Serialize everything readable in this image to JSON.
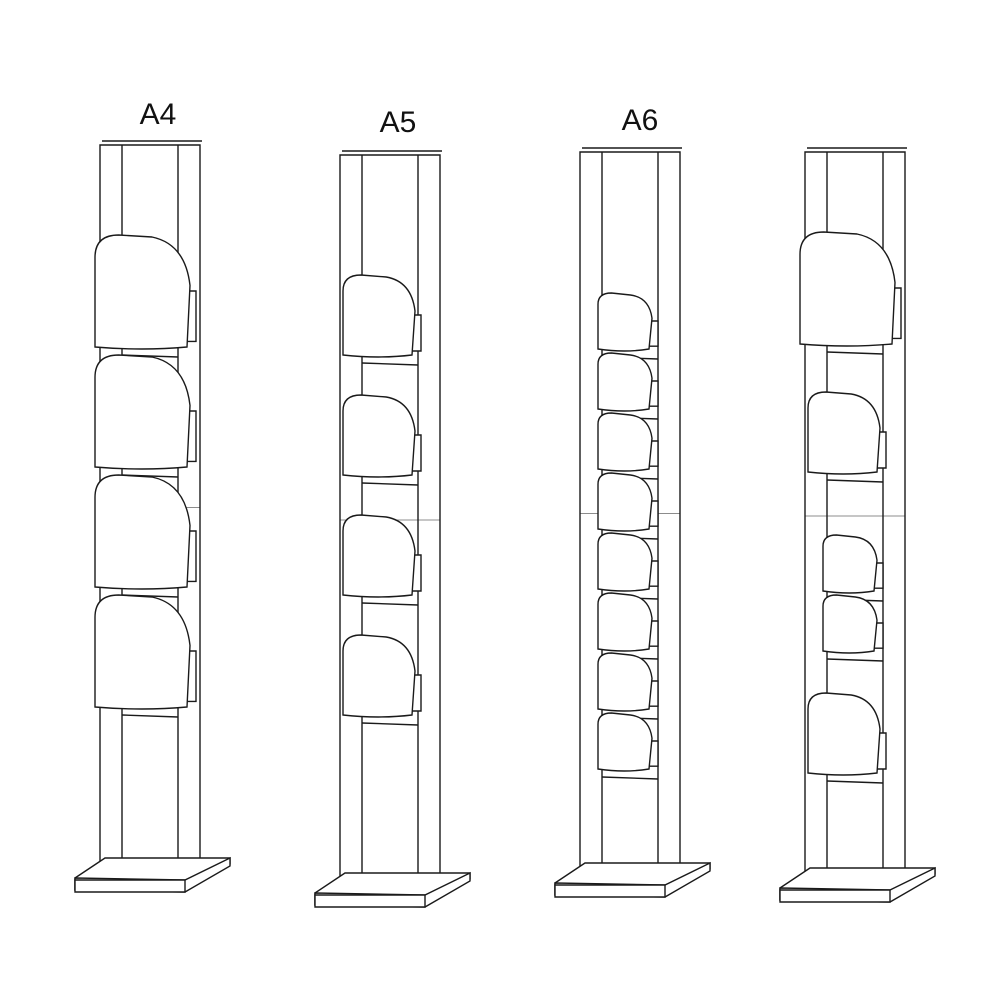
{
  "stands": [
    {
      "label": "A4",
      "holders": [
        "A4",
        "A4",
        "A4",
        "A4"
      ]
    },
    {
      "label": "A5",
      "holders": [
        "A5",
        "A5",
        "A5",
        "A5"
      ]
    },
    {
      "label": "A6",
      "holders": [
        "A6",
        "A6",
        "A6",
        "A6",
        "A6",
        "A6",
        "A6",
        "A6"
      ]
    },
    {
      "label": "",
      "holders": [
        "A4",
        "A5",
        "A6",
        "A6",
        "A5"
      ]
    }
  ],
  "colors": {
    "stroke": "#1a1a1a",
    "fill": "#ffffff"
  }
}
